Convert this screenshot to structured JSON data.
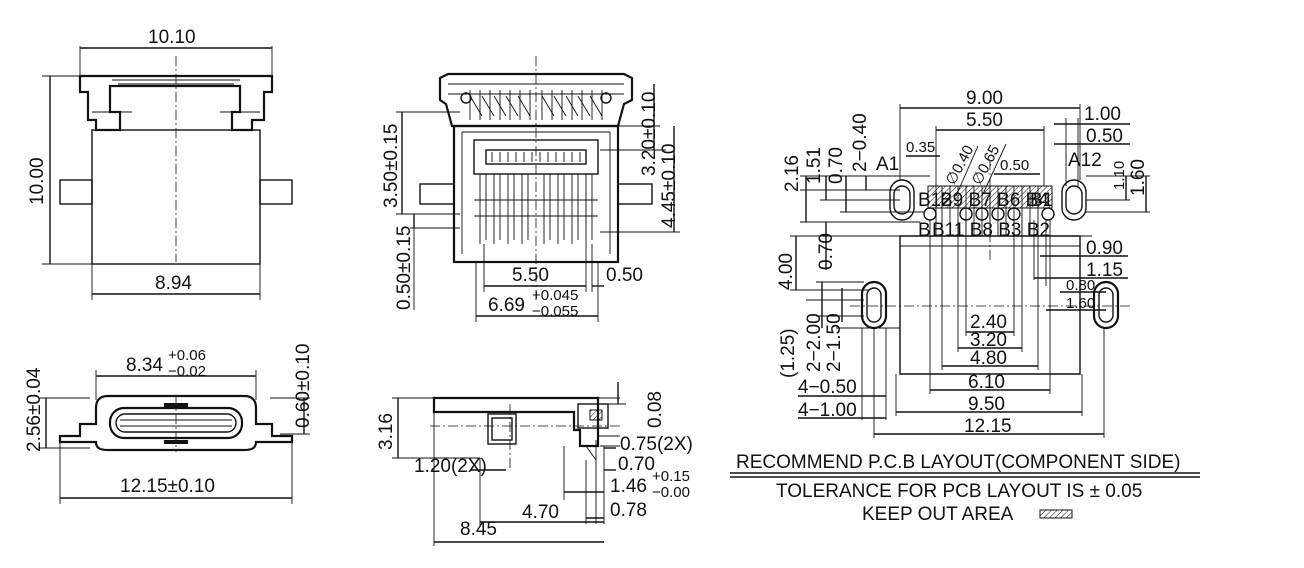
{
  "top_view": {
    "width_top": "10.10",
    "height_left": "10.00",
    "width_bottom": "8.94"
  },
  "front_view": {
    "width_top_main": "8.34",
    "width_top_tol_plus": "+0.06",
    "width_top_tol_minus": "−0.02",
    "height_left": "2.56±0.04",
    "height_right": "0.60±0.10",
    "width_bottom": "12.15±0.10"
  },
  "center_top_view": {
    "dim_left_1": "3.50±0.15",
    "dim_left_2": "0.50±0.15",
    "dim_right_1": "3.20±0.10",
    "dim_right_2": "4.45±0.10",
    "dim_bottom_1": "5.50",
    "dim_bottom_2": "0.50",
    "dim_bottom_3_main": "6.69",
    "dim_bottom_3_plus": "+0.045",
    "dim_bottom_3_minus": "−0.055"
  },
  "side_view": {
    "height": "3.16",
    "top_right": "0.08",
    "d1": "0.75(2X)",
    "d2": "0.70",
    "d3_main": "1.46",
    "d3_plus": "+0.15",
    "d3_minus": "−0.00",
    "d4": "0.78",
    "d5": "4.70",
    "d6": "8.45",
    "d7": "1.20(2X)"
  },
  "pcb_layout": {
    "w_9_00": "9.00",
    "w_5_50": "5.50",
    "w_1_00": "1.00",
    "w_0_50a": "0.50",
    "d_0_35": "0.35",
    "d_phi_0_40": "∅0.40",
    "d_phi_0_65": "∅0.65",
    "d_0_50b": "0.50",
    "label_a1": "A1",
    "label_a12": "A12",
    "label_b12": "B12",
    "label_b1": "B1",
    "pin_labels_top": "B9 B7 B6 B4",
    "pin_labels_bottom": "B11 B8 B3 B2",
    "label_b_left": "B",
    "v_2_16": "2.16",
    "v_1_51": "1.51",
    "v_0_70a": "0.70",
    "v_2_040": "2−0.40",
    "v_1_10": "1.10",
    "v_1_60": "1.60",
    "v_0_70b": "0.70",
    "v_4_00": "4.00",
    "v_1_25": "(1.25)",
    "v_2_200": "2−2.00",
    "v_2_150": "2−1.50",
    "h_0_90": "0.90",
    "h_1_15": "1.15",
    "h_0_80": "0.80",
    "h_1_60": "1.60",
    "h_2_40": "2.40",
    "h_3_20": "3.20",
    "h_4_80": "4.80",
    "h_6_10": "6.10",
    "h_9_50": "9.50",
    "h_12_15": "12.15",
    "h_4_050": "4−0.50",
    "h_4_100": "4−1.00"
  },
  "notes": {
    "title": "RECOMMEND P.C.B LAYOUT(COMPONENT SIDE)",
    "tolerance": "TOLERANCE FOR PCB LAYOUT IS ± 0.05",
    "keepout": "KEEP OUT AREA"
  }
}
